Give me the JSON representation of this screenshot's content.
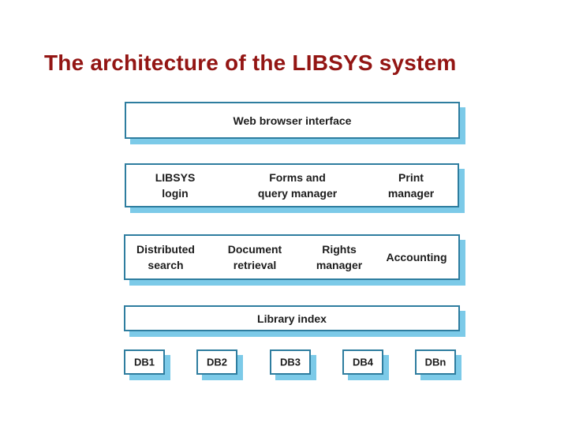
{
  "page": {
    "title": "The architecture of the LIBSYS system"
  },
  "colors": {
    "background": "#ffffff",
    "title": "#931513",
    "box_border": "#2e7d9f",
    "box_shadow": "#7ccae8",
    "label": "#1c1c1c"
  },
  "diagram": {
    "web_browser": {
      "label": "Web browser interface"
    },
    "managers": {
      "items": [
        {
          "line1": "LIBSYS",
          "line2": "login"
        },
        {
          "line1": "Forms and",
          "line2": "query manager"
        },
        {
          "line1": "Print",
          "line2": "manager"
        }
      ]
    },
    "services": {
      "items": [
        {
          "line1": "Distributed",
          "line2": "search"
        },
        {
          "line1": "Document",
          "line2": "retrieval"
        },
        {
          "line1": "Rights",
          "line2": "manager"
        },
        {
          "line1": "Accounting",
          "line2": ""
        }
      ]
    },
    "library_index": {
      "label": "Library index"
    },
    "databases": [
      "DB1",
      "DB2",
      "DB3",
      "DB4",
      "DBn"
    ]
  }
}
